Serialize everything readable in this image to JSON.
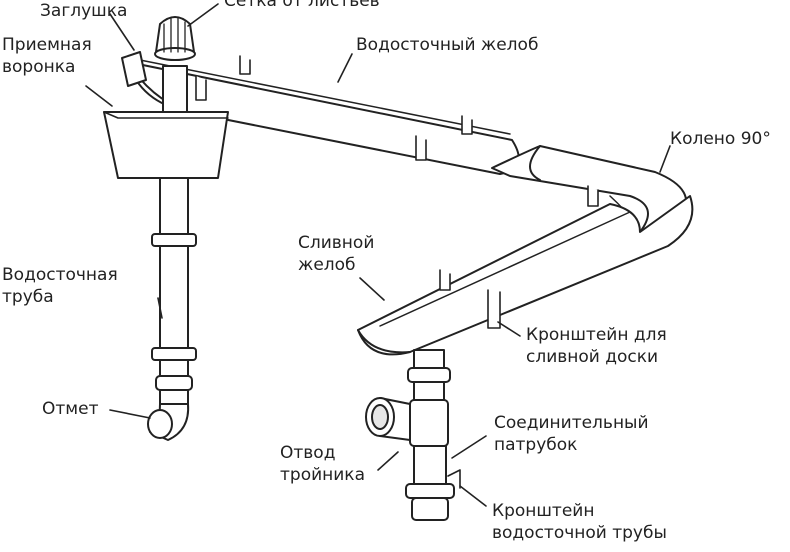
{
  "labels": {
    "zaglushka": [
      "Заглушка"
    ],
    "setka": [
      "Сетка от листьев"
    ],
    "priemnaya": [
      "Приемная",
      "воронка"
    ],
    "zhelob": [
      "Водосточный желоб"
    ],
    "koleno": [
      "Колено 90°"
    ],
    "slivnoy": [
      "Сливной",
      "желоб"
    ],
    "truba": [
      "Водосточная",
      "труба"
    ],
    "kronshtein_doski": [
      "Кронштейн для",
      "сливной доски"
    ],
    "otmet": [
      "Отмет"
    ],
    "soedinitelny": [
      "Соединительный",
      "патрубок"
    ],
    "otvod": [
      "Отвод",
      "тройника"
    ],
    "kronshtein_truby": [
      "Кронштейн",
      "водосточной трубы"
    ]
  },
  "colors": {
    "line": "#222222",
    "fill": "#ffffff",
    "shade": "#e6e6e6"
  }
}
